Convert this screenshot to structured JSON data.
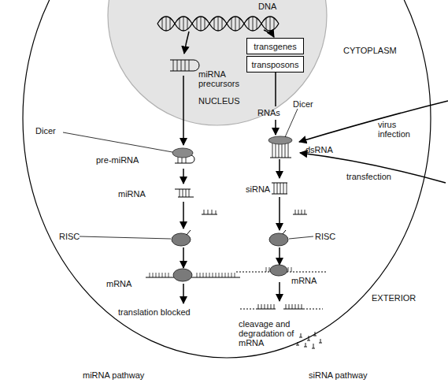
{
  "diagram": {
    "nodes": [
      {
        "text": [
          "CYTOPLASM"
        ]
      },
      {
        "text": [
          "NUCLEUS"
        ],
        "in": 0
      },
      {
        "text": [
          "transgenes"
        ],
        "in": 1
      },
      {
        "text": [
          "transposons"
        ],
        "in": 1
      }
    ],
    "labels": [
      "DNA",
      "miRNA precursors",
      "RNAs",
      "Dicer",
      "pre-miRNA",
      "miRNA",
      "RISC",
      "mRNA",
      "translation blocked",
      "Dicer",
      "dsRNA",
      "siRNA",
      "RISC",
      "mRNA",
      "cleavage and degradation of mRNA",
      "virus infection",
      "transfection",
      "EXTERIOR",
      "miRNA pathway",
      "siRNA pathway"
    ]
  }
}
